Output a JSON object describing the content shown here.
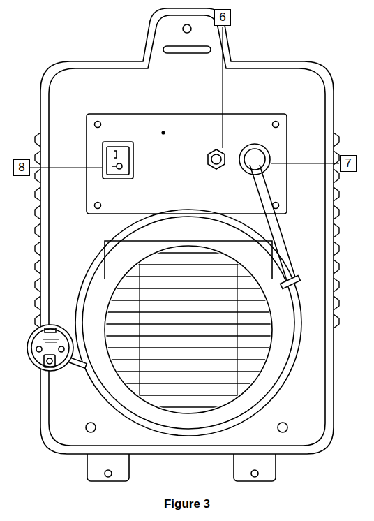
{
  "diagram": {
    "caption": "Figure 3",
    "labels": [
      "6",
      "8",
      "7"
    ]
  }
}
